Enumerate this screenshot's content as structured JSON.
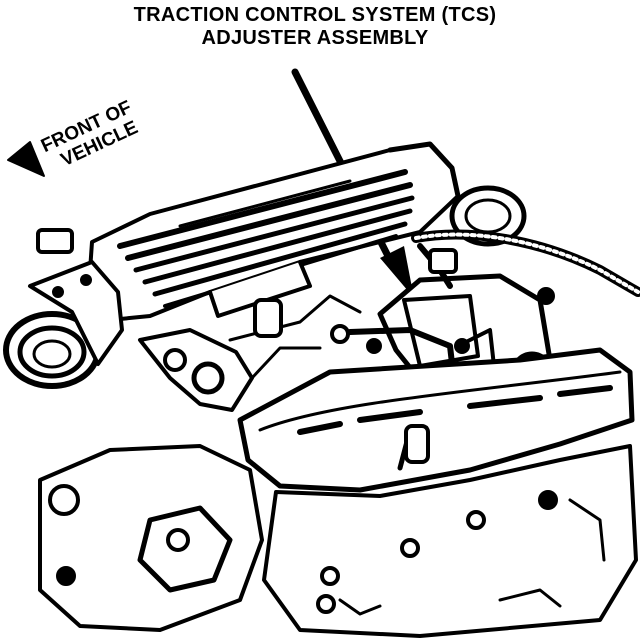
{
  "labels": {
    "title_line1": "TRACTION CONTROL SYSTEM (TCS)",
    "title_line2": "ADJUSTER ASSEMBLY",
    "front_line1": "FRONT OF",
    "front_line2": "VEHICLE"
  },
  "colors": {
    "ink": "#000000",
    "paper": "#ffffff"
  }
}
